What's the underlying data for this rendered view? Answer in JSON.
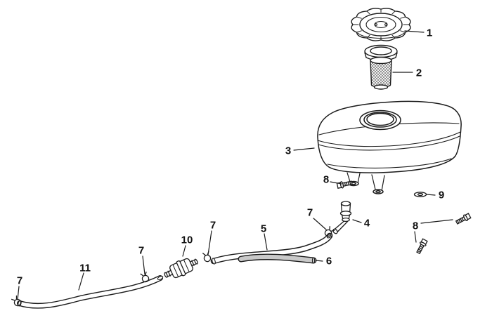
{
  "diagram": {
    "type": "exploded-parts-diagram",
    "subject": "fuel-tank-assembly",
    "background": "#ffffff",
    "line_color": "#1b1b1b",
    "tube_fill": "#c9c9c9",
    "callouts": [
      {
        "part": "1"
      },
      {
        "part": "2"
      },
      {
        "part": "3"
      },
      {
        "part": "8"
      },
      {
        "part": "9"
      },
      {
        "part": "7"
      },
      {
        "part": "4"
      },
      {
        "part": "7"
      },
      {
        "part": "5"
      },
      {
        "part": "8"
      },
      {
        "part": "10"
      },
      {
        "part": "7"
      },
      {
        "part": "6"
      },
      {
        "part": "11"
      },
      {
        "part": "7"
      }
    ]
  }
}
